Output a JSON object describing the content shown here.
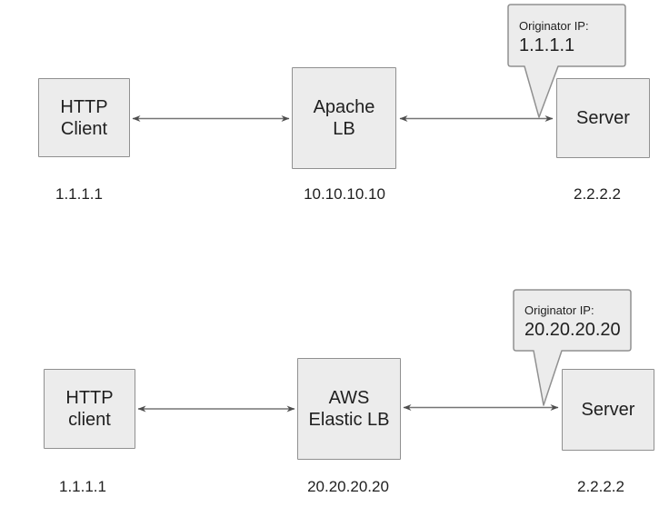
{
  "colors": {
    "background": "#ffffff",
    "node_fill": "#ececec",
    "node_border": "#909090",
    "arrow_line": "#757575",
    "arrow_head": "#4d4d4d",
    "text": "#1f1f1f"
  },
  "diagrams": [
    {
      "name": "apache-lb-flow",
      "client": {
        "line1": "HTTP",
        "line2": "Client",
        "ip": "1.1.1.1"
      },
      "lb": {
        "line1": "Apache",
        "line2": "LB",
        "ip": "10.10.10.10"
      },
      "server": {
        "line1": "Server",
        "ip": "2.2.2.2"
      },
      "callout": {
        "title": "Originator IP:",
        "ip": "1.1.1.1"
      }
    },
    {
      "name": "aws-elb-flow",
      "client": {
        "line1": "HTTP",
        "line2": "client",
        "ip": "1.1.1.1"
      },
      "lb": {
        "line1": "AWS",
        "line2": "Elastic LB",
        "ip": "20.20.20.20"
      },
      "server": {
        "line1": "Server",
        "ip": "2.2.2.2"
      },
      "callout": {
        "title": "Originator IP:",
        "ip": "20.20.20.20"
      }
    }
  ]
}
